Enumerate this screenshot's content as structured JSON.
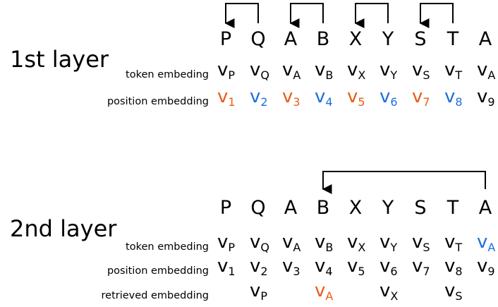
{
  "colors": {
    "orange": "#EA5B1A",
    "blue": "#1C6FE0",
    "black": "#000000"
  },
  "layer1": {
    "title": "1st layer",
    "tokens": [
      "P",
      "Q",
      "A",
      "B",
      "X",
      "Y",
      "S",
      "T",
      "A"
    ],
    "token_embedding": {
      "label": "token embeding",
      "items": [
        {
          "base": "v",
          "sub": "P",
          "color": "black"
        },
        {
          "base": "v",
          "sub": "Q",
          "color": "black"
        },
        {
          "base": "v",
          "sub": "A",
          "color": "black"
        },
        {
          "base": "v",
          "sub": "B",
          "color": "black"
        },
        {
          "base": "v",
          "sub": "X",
          "color": "black"
        },
        {
          "base": "v",
          "sub": "Y",
          "color": "black"
        },
        {
          "base": "v",
          "sub": "S",
          "color": "black"
        },
        {
          "base": "v",
          "sub": "T",
          "color": "black"
        },
        {
          "base": "v",
          "sub": "A",
          "color": "black"
        }
      ]
    },
    "position_embedding": {
      "label": "position embedding",
      "items": [
        {
          "base": "v",
          "sub": "1",
          "color": "orange"
        },
        {
          "base": "v",
          "sub": "2",
          "color": "blue"
        },
        {
          "base": "v",
          "sub": "3",
          "color": "orange"
        },
        {
          "base": "v",
          "sub": "4",
          "color": "blue"
        },
        {
          "base": "v",
          "sub": "5",
          "color": "orange"
        },
        {
          "base": "v",
          "sub": "6",
          "color": "blue"
        },
        {
          "base": "v",
          "sub": "7",
          "color": "orange"
        },
        {
          "base": "v",
          "sub": "8",
          "color": "blue"
        },
        {
          "base": "v",
          "sub": "9",
          "color": "black"
        }
      ]
    },
    "arrows": [
      {
        "from": 1,
        "to": 0
      },
      {
        "from": 3,
        "to": 2
      },
      {
        "from": 5,
        "to": 4
      },
      {
        "from": 7,
        "to": 6
      }
    ]
  },
  "layer2": {
    "title": "2nd layer",
    "tokens": [
      "P",
      "Q",
      "A",
      "B",
      "X",
      "Y",
      "S",
      "T",
      "A"
    ],
    "token_embedding": {
      "label": "token embeding",
      "items": [
        {
          "base": "v",
          "sub": "P",
          "color": "black"
        },
        {
          "base": "v",
          "sub": "Q",
          "color": "black"
        },
        {
          "base": "v",
          "sub": "A",
          "color": "black"
        },
        {
          "base": "v",
          "sub": "B",
          "color": "black"
        },
        {
          "base": "v",
          "sub": "X",
          "color": "black"
        },
        {
          "base": "v",
          "sub": "Y",
          "color": "black"
        },
        {
          "base": "v",
          "sub": "S",
          "color": "black"
        },
        {
          "base": "v",
          "sub": "T",
          "color": "black"
        },
        {
          "base": "v",
          "sub": "A",
          "color": "blue"
        }
      ]
    },
    "position_embedding": {
      "label": "position embedding",
      "items": [
        {
          "base": "v",
          "sub": "1",
          "color": "black"
        },
        {
          "base": "v",
          "sub": "2",
          "color": "black"
        },
        {
          "base": "v",
          "sub": "3",
          "color": "black"
        },
        {
          "base": "v",
          "sub": "4",
          "color": "black"
        },
        {
          "base": "v",
          "sub": "5",
          "color": "black"
        },
        {
          "base": "v",
          "sub": "6",
          "color": "black"
        },
        {
          "base": "v",
          "sub": "7",
          "color": "black"
        },
        {
          "base": "v",
          "sub": "8",
          "color": "black"
        },
        {
          "base": "v",
          "sub": "9",
          "color": "black"
        }
      ]
    },
    "retrieved_embedding": {
      "label": "retrieved embedding",
      "items": [
        null,
        {
          "base": "v",
          "sub": "P",
          "color": "black"
        },
        null,
        {
          "base": "v",
          "sub": "A",
          "color": "orange"
        },
        null,
        {
          "base": "v",
          "sub": "X",
          "color": "black"
        },
        null,
        {
          "base": "v",
          "sub": "S",
          "color": "black"
        },
        null
      ]
    },
    "arrows": [
      {
        "from": 8,
        "to": 3
      }
    ]
  }
}
